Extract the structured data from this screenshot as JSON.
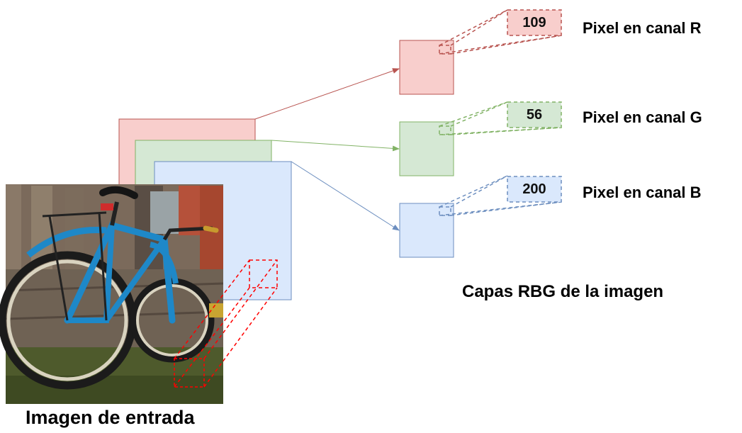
{
  "input_caption": "Imagen de entrada",
  "layers_caption": "Capas RBG de la imagen",
  "channels": [
    {
      "key": "r",
      "label": "Pixel en canal R",
      "value": "109",
      "fill": "#f8cecc",
      "stroke": "#b85450"
    },
    {
      "key": "g",
      "label": "Pixel en canal G",
      "value": "56",
      "fill": "#d5e8d4",
      "stroke": "#82b366"
    },
    {
      "key": "b",
      "label": "Pixel en canal B",
      "value": "200",
      "fill": "#dae8fc",
      "stroke": "#6c8ebf"
    }
  ],
  "highlight_color": "#ff0000",
  "photo_subject": "blue bicycle leaning on wooden fence"
}
